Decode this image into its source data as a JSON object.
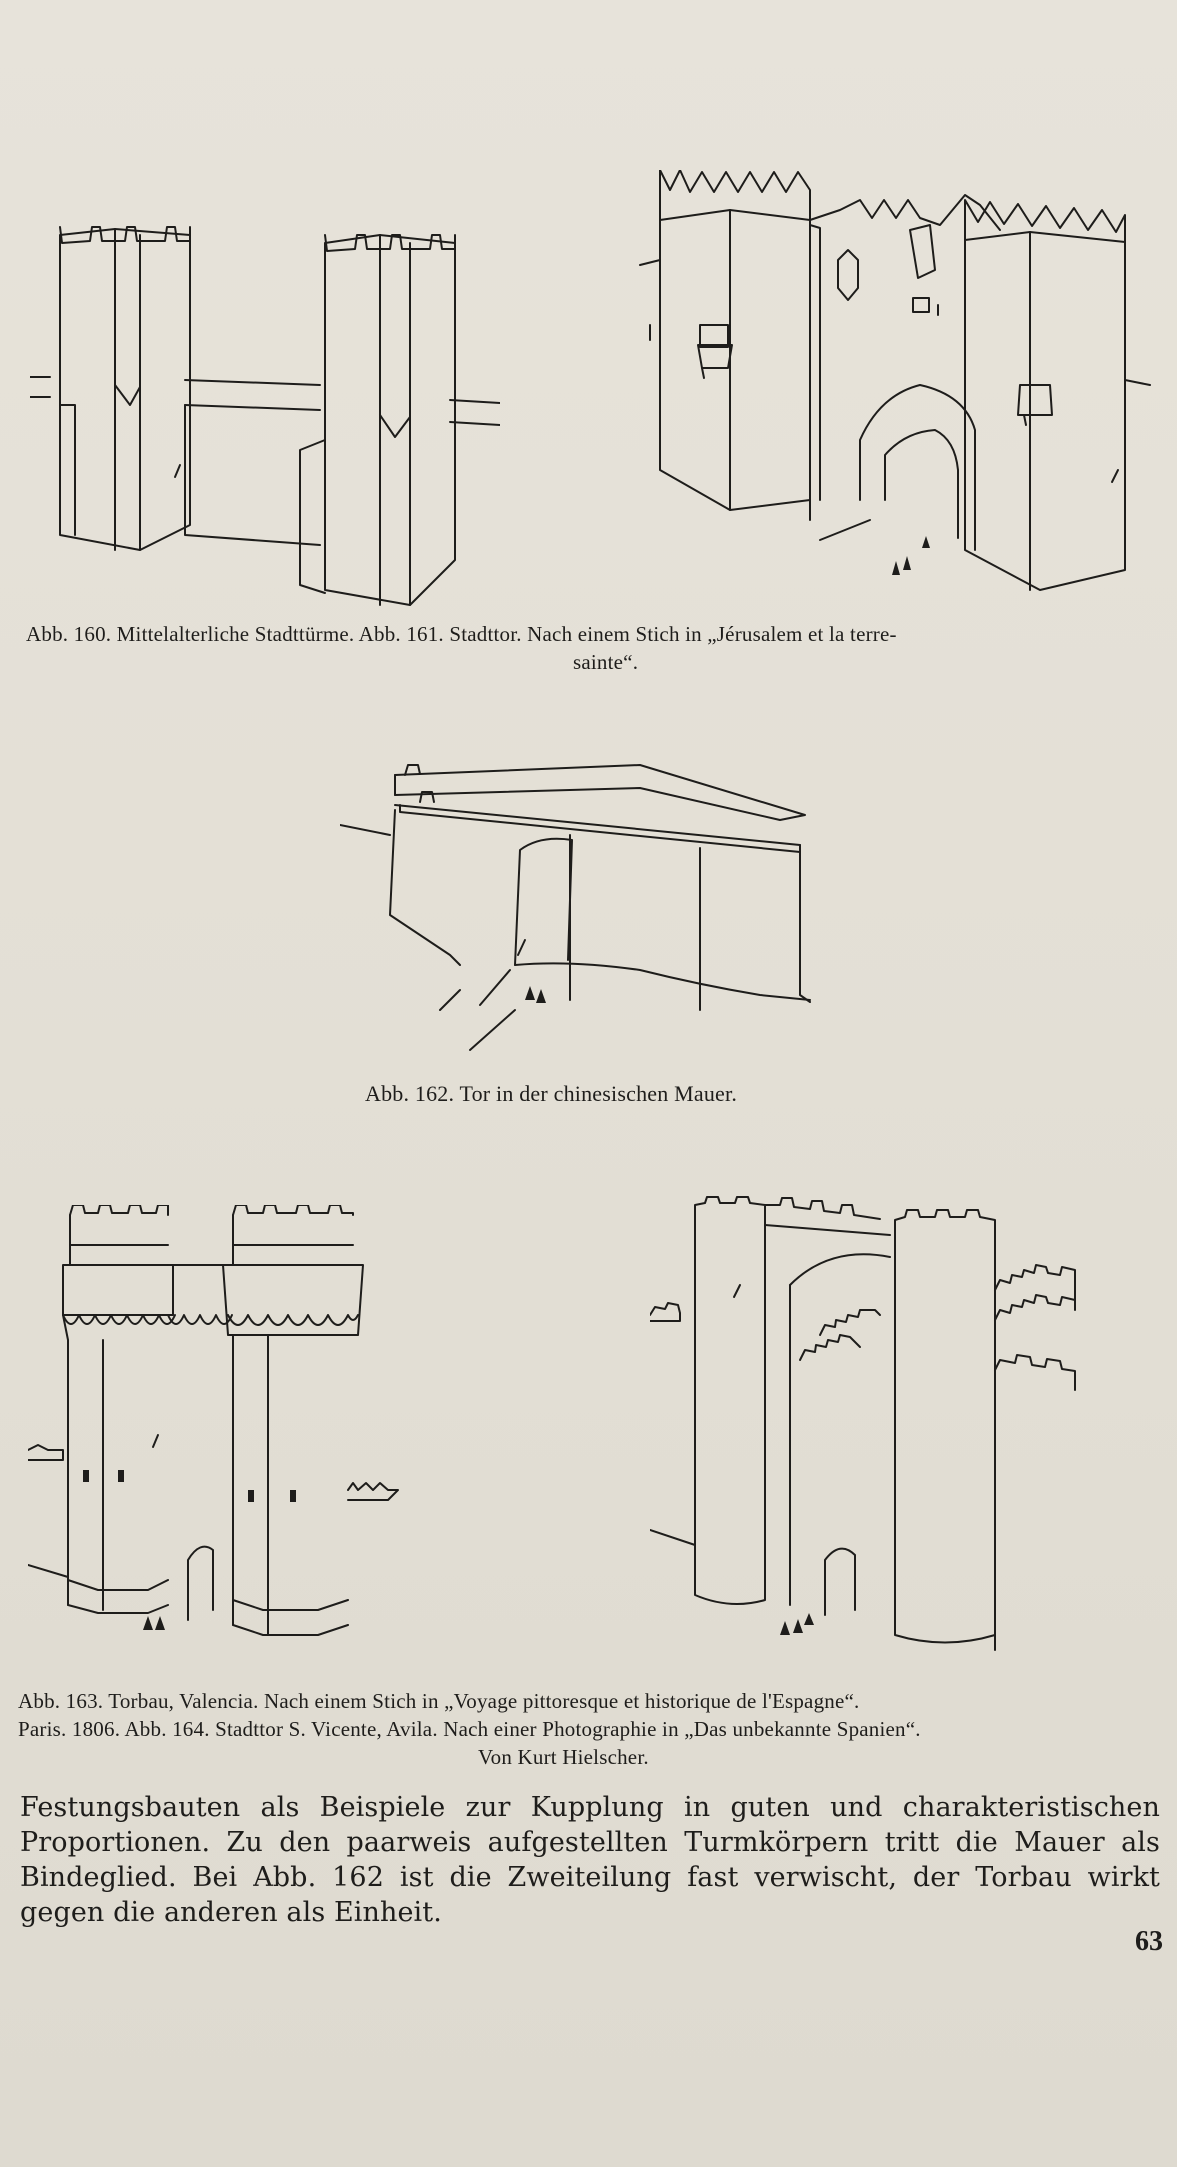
{
  "captions": {
    "fig160_161": "Abb. 160. Mittelalterliche Stadttürme. Abb. 161. Stadttor. Nach einem Stich in „Jérusalem et la terre-",
    "fig160_161_cont": "sainte“.",
    "fig162": "Abb. 162. Tor in der chinesischen Mauer.",
    "fig163_164_line1": "Abb. 163. Torbau, Valencia. Nach einem Stich in „Voyage pittoresque et historique de l'Espagne“.",
    "fig163_164_line2": "Paris. 1806. Abb. 164. Stadttor S. Vicente, Avila. Nach einer Photographie in „Das unbekannte Spanien“.",
    "fig163_164_line3": "Von Kurt Hielscher."
  },
  "body_text": "Festungsbauten als Beispiele zur Kupplung in guten und charakteristischen Proportionen. Zu den paarweis aufgestellten Turmkörpern tritt die Mauer als Bindeglied. Bei Abb. 162 ist die Zweiteilung fast verwischt, der Torbau wirkt gegen die anderen als Einheit.",
  "page_number": "63"
}
